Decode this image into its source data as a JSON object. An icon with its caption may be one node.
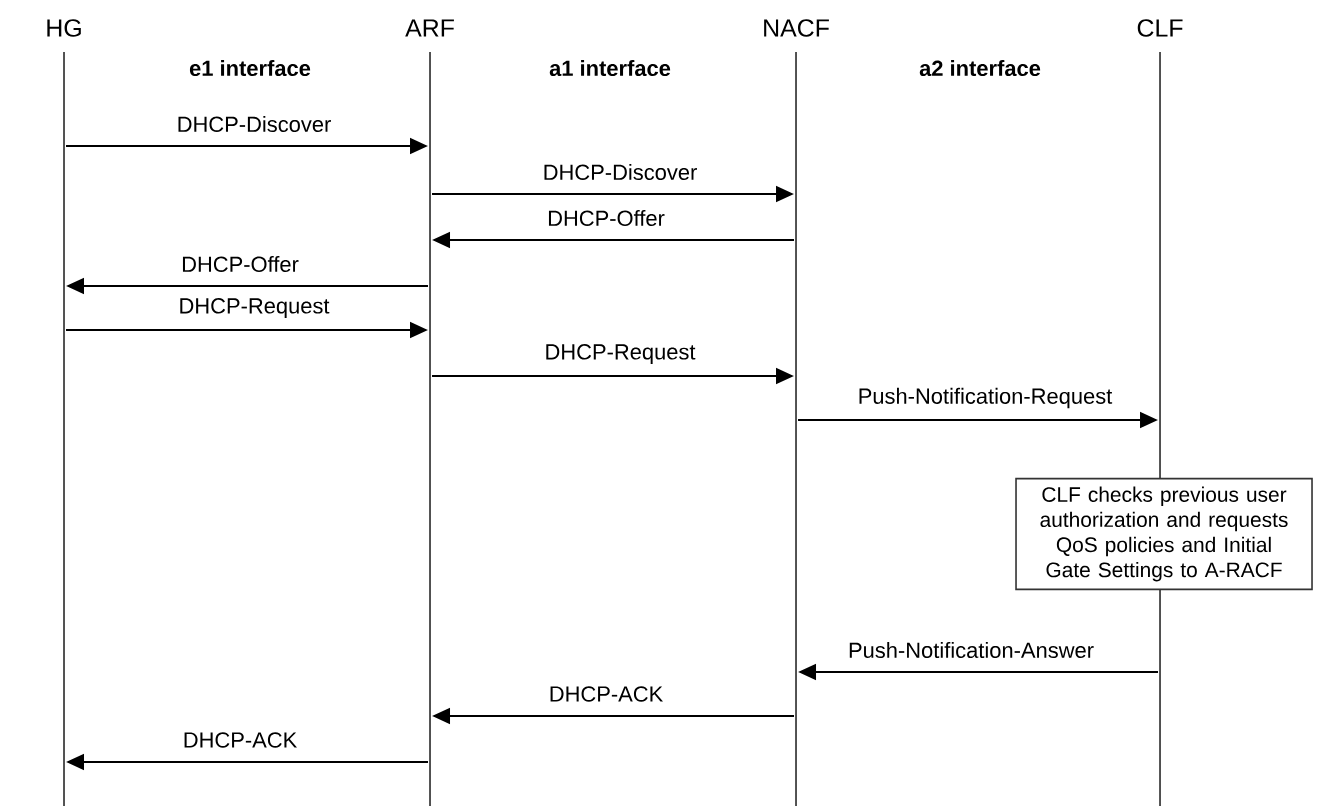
{
  "diagram": {
    "nodes": [
      {
        "text": [
          "HG"
        ]
      },
      {
        "text": [
          "ARF"
        ]
      },
      {
        "text": [
          "NACF"
        ]
      },
      {
        "text": [
          "CLF"
        ]
      },
      {
        "text": [
          "CLF checks previous user authorization and requests QoS policies and Initial Gate Settings to A-RACF"
        ]
      }
    ],
    "edges": [
      {
        "from": 0,
        "to": 1,
        "arrow": "to",
        "label": "DHCP-Discover"
      },
      {
        "from": 1,
        "to": 2,
        "arrow": "to",
        "label": "DHCP-Discover"
      },
      {
        "from": 2,
        "to": 1,
        "arrow": "to",
        "label": "DHCP-Offer"
      },
      {
        "from": 1,
        "to": 0,
        "arrow": "to",
        "label": "DHCP-Offer"
      },
      {
        "from": 0,
        "to": 1,
        "arrow": "to",
        "label": "DHCP-Request"
      },
      {
        "from": 1,
        "to": 2,
        "arrow": "to",
        "label": "DHCP-Request"
      },
      {
        "from": 2,
        "to": 3,
        "arrow": "to",
        "label": "Push-Notification-Request"
      },
      {
        "from": 3,
        "to": 2,
        "arrow": "to",
        "label": "Push-Notification-Answer"
      },
      {
        "from": 2,
        "to": 1,
        "arrow": "to",
        "label": "DHCP-ACK"
      },
      {
        "from": 1,
        "to": 0,
        "arrow": "to",
        "label": "DHCP-ACK"
      }
    ],
    "labels": [
      "e1 interface",
      "a1 interface",
      "a2 interface"
    ]
  }
}
